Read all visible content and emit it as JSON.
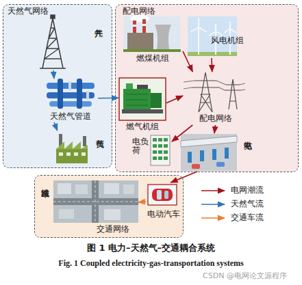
{
  "diagram": {
    "caption": "图 1 电力–天然气–交通耦合系统",
    "nodes": [
      {
        "text": [
          "天然气网络"
        ]
      },
      {
        "text": [
          "产气井"
        ],
        "in": 0
      },
      {
        "text": [
          "天然气管道"
        ],
        "in": 0
      },
      {
        "text": [
          "气负荷"
        ],
        "in": 0
      },
      {
        "text": [
          "配电网络"
        ]
      },
      {
        "text": [
          "燃煤机组"
        ],
        "in": 4
      },
      {
        "text": [
          "风电机组"
        ],
        "in": 4
      },
      {
        "text": [
          "燃气机组"
        ],
        "in": 4
      },
      {
        "text": [
          "配电网络"
        ],
        "in": 4
      },
      {
        "text": [
          "电负荷"
        ],
        "in": 4
      },
      {
        "text": [
          "充电站"
        ],
        "in": 4
      },
      {
        "text": [
          "交通网络"
        ]
      },
      {
        "text": [
          "城市线路"
        ],
        "in": 11
      },
      {
        "text": [
          "电动汽车"
        ],
        "in": 11
      }
    ],
    "edges": [
      {
        "from": 1,
        "to": 2,
        "arrow": "to"
      },
      {
        "from": 2,
        "to": 3,
        "arrow": "to"
      },
      {
        "from": 2,
        "to": 7,
        "arrow": "to"
      },
      {
        "from": 5,
        "to": 8,
        "arrow": "to"
      },
      {
        "from": 6,
        "to": 8,
        "arrow": "to"
      },
      {
        "from": 7,
        "to": 8,
        "arrow": "to"
      },
      {
        "from": 8,
        "to": 9,
        "arrow": "to"
      },
      {
        "from": 8,
        "to": 10,
        "arrow": "to"
      },
      {
        "from": 10,
        "to": 13,
        "arrow": "to"
      },
      {
        "from": 13,
        "to": 12,
        "arrow": "to"
      }
    ],
    "labels": [
      "Fig. 1 Coupled electricity-gas-transportation systems",
      "CSDN @电网论文源程序"
    ],
    "legend": [
      {
        "text": "电网潮流"
      },
      {
        "text": "天然气流"
      },
      {
        "text": "交通车流"
      }
    ]
  }
}
